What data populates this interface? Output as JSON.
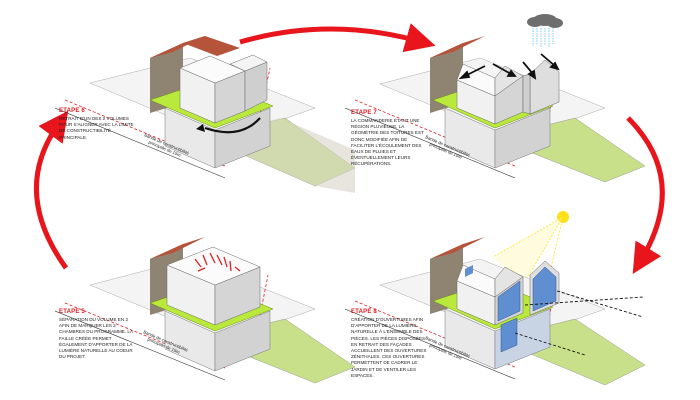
{
  "panels": [
    {
      "id": "etape6",
      "title": "ETAPE 6",
      "text": "Retrait d'un des 2 volumes pour s'aligner avec la limite de constructibilité principale.",
      "street_label": "Bande de constructibilité principale de 15m"
    },
    {
      "id": "etape7",
      "title": "ETAPE 7",
      "text": "La Commanderie étant une région pluvieuse, la géométrie des toitures est donc modifiée afin de faciliter l'écoulement des eaux de pluies et éventuellement leurs récupérations.",
      "street_label": "Bande de constructibilité principale de 15m"
    },
    {
      "id": "etape5",
      "title": "ETAPE 5",
      "text": "Séparation du volume en 2 afin de marquer les 2 chambres du programme. La faille créée permet également d'apporter de la lumière naturelle au coeur du projet.",
      "street_label": "Bande de constructibilité principale de 15m"
    },
    {
      "id": "etape8",
      "title": "ETAPE 8",
      "text": "Création d'ouvertures afin d'apporter de la lumière naturelle à l'ensemble des pièces. Les pièces disposées en retrait des façades accueillent des ouvertures zénithales. Ces ouvertures permettent de cadrer le jardin et de ventiler les espaces.",
      "street_label": "Bande de constructibilité principale de 15m"
    }
  ],
  "colors": {
    "arrow": "#e8161c",
    "green_roof": "#b9ea3b",
    "stone": "#8f8472",
    "tile": "#b5543a",
    "sun": "#ffe11a",
    "cloud": "#6e6e6e",
    "rain": "#3fb7e8",
    "limit_line": "#e02020"
  }
}
